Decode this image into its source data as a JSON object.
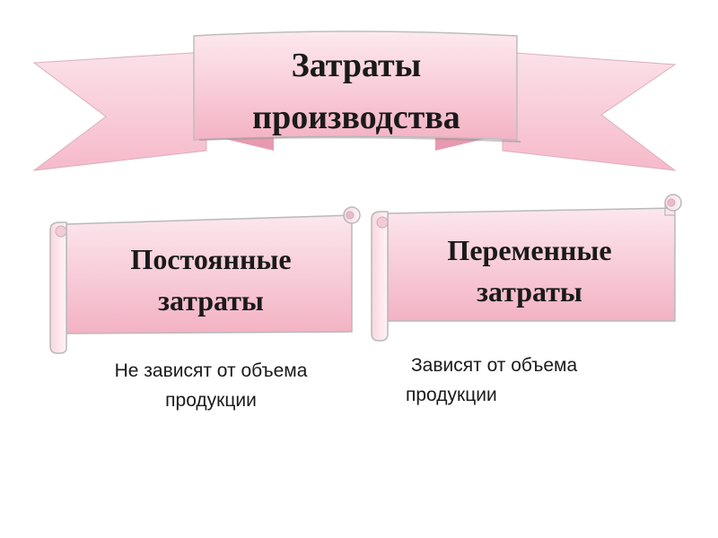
{
  "banner": {
    "line1": "Затраты",
    "line2": "производства"
  },
  "fixed_costs": {
    "title_line1": "Постоянные",
    "title_line2": "затраты",
    "desc_line1": "Не зависят от объема",
    "desc_line2": "продукции"
  },
  "variable_costs": {
    "title_line1": "Переменные",
    "title_line2": "затраты",
    "desc_line1": "Зависят от объема",
    "desc_line2": "продукции"
  },
  "colors": {
    "ribbon_light": "#fbe3ea",
    "ribbon_mid": "#f7c2d0",
    "ribbon_dark": "#f0a8bc",
    "outline": "#c9c9c9"
  }
}
